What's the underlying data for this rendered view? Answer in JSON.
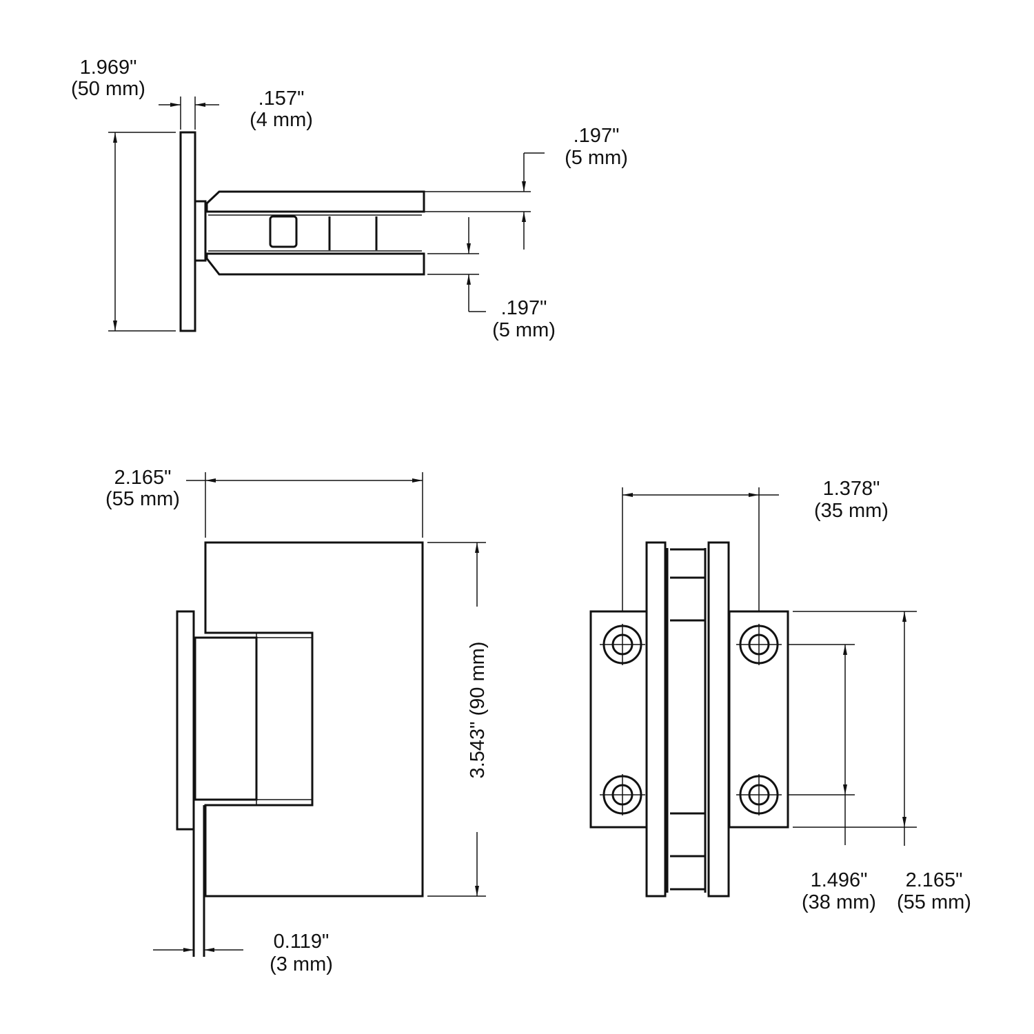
{
  "top_view": {
    "height_dim": {
      "inch": "1.969\"",
      "mm": "(50 mm)"
    },
    "plate_thickness_dim": {
      "inch": ".157\"",
      "mm": "(4 mm)"
    },
    "upper_jaw_dim": {
      "inch": ".197\"",
      "mm": "(5 mm)"
    },
    "lower_jaw_dim": {
      "inch": ".197\"",
      "mm": "(5 mm)"
    }
  },
  "front_view": {
    "width_dim": {
      "inch": "2.165\"",
      "mm": "(55 mm)"
    },
    "height_dim": {
      "label": "3.543\" (90 mm)"
    },
    "glass_dim": {
      "inch": "0.119\"",
      "mm": "(3 mm)"
    }
  },
  "side_view": {
    "hole_spacing_h": {
      "inch": "1.378\"",
      "mm": "(35 mm)"
    },
    "hole_spacing_v": {
      "inch": "1.496\"",
      "mm": "(38 mm)"
    },
    "plate_height": {
      "inch": "2.165\"",
      "mm": "(55 mm)"
    }
  }
}
